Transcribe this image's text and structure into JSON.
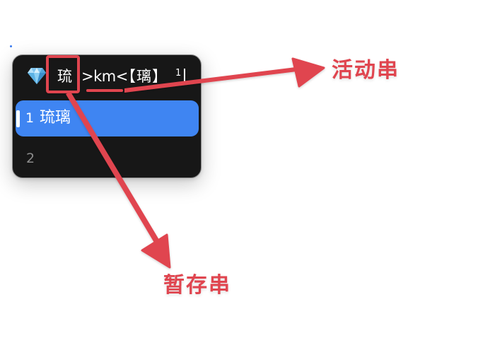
{
  "input_method_panel": {
    "preedit": {
      "icon": "gem-icon",
      "icon_glyph": "💎",
      "active_segment": "琉",
      "code_segment": ">km<",
      "pending_segment": "【璃】",
      "caret_marker": "1"
    },
    "candidates": [
      {
        "index": "1",
        "text": "琉璃",
        "selected": true
      },
      {
        "index": "2",
        "text": "",
        "selected": false
      }
    ],
    "colors": {
      "panel_bg": "#171717",
      "selected_bg": "#3f85f2",
      "panel_border": "#8a8a8a"
    }
  },
  "annotations": {
    "color": "#e0454f",
    "active_string_label": "活动串",
    "staged_string_label": "暂存串"
  }
}
